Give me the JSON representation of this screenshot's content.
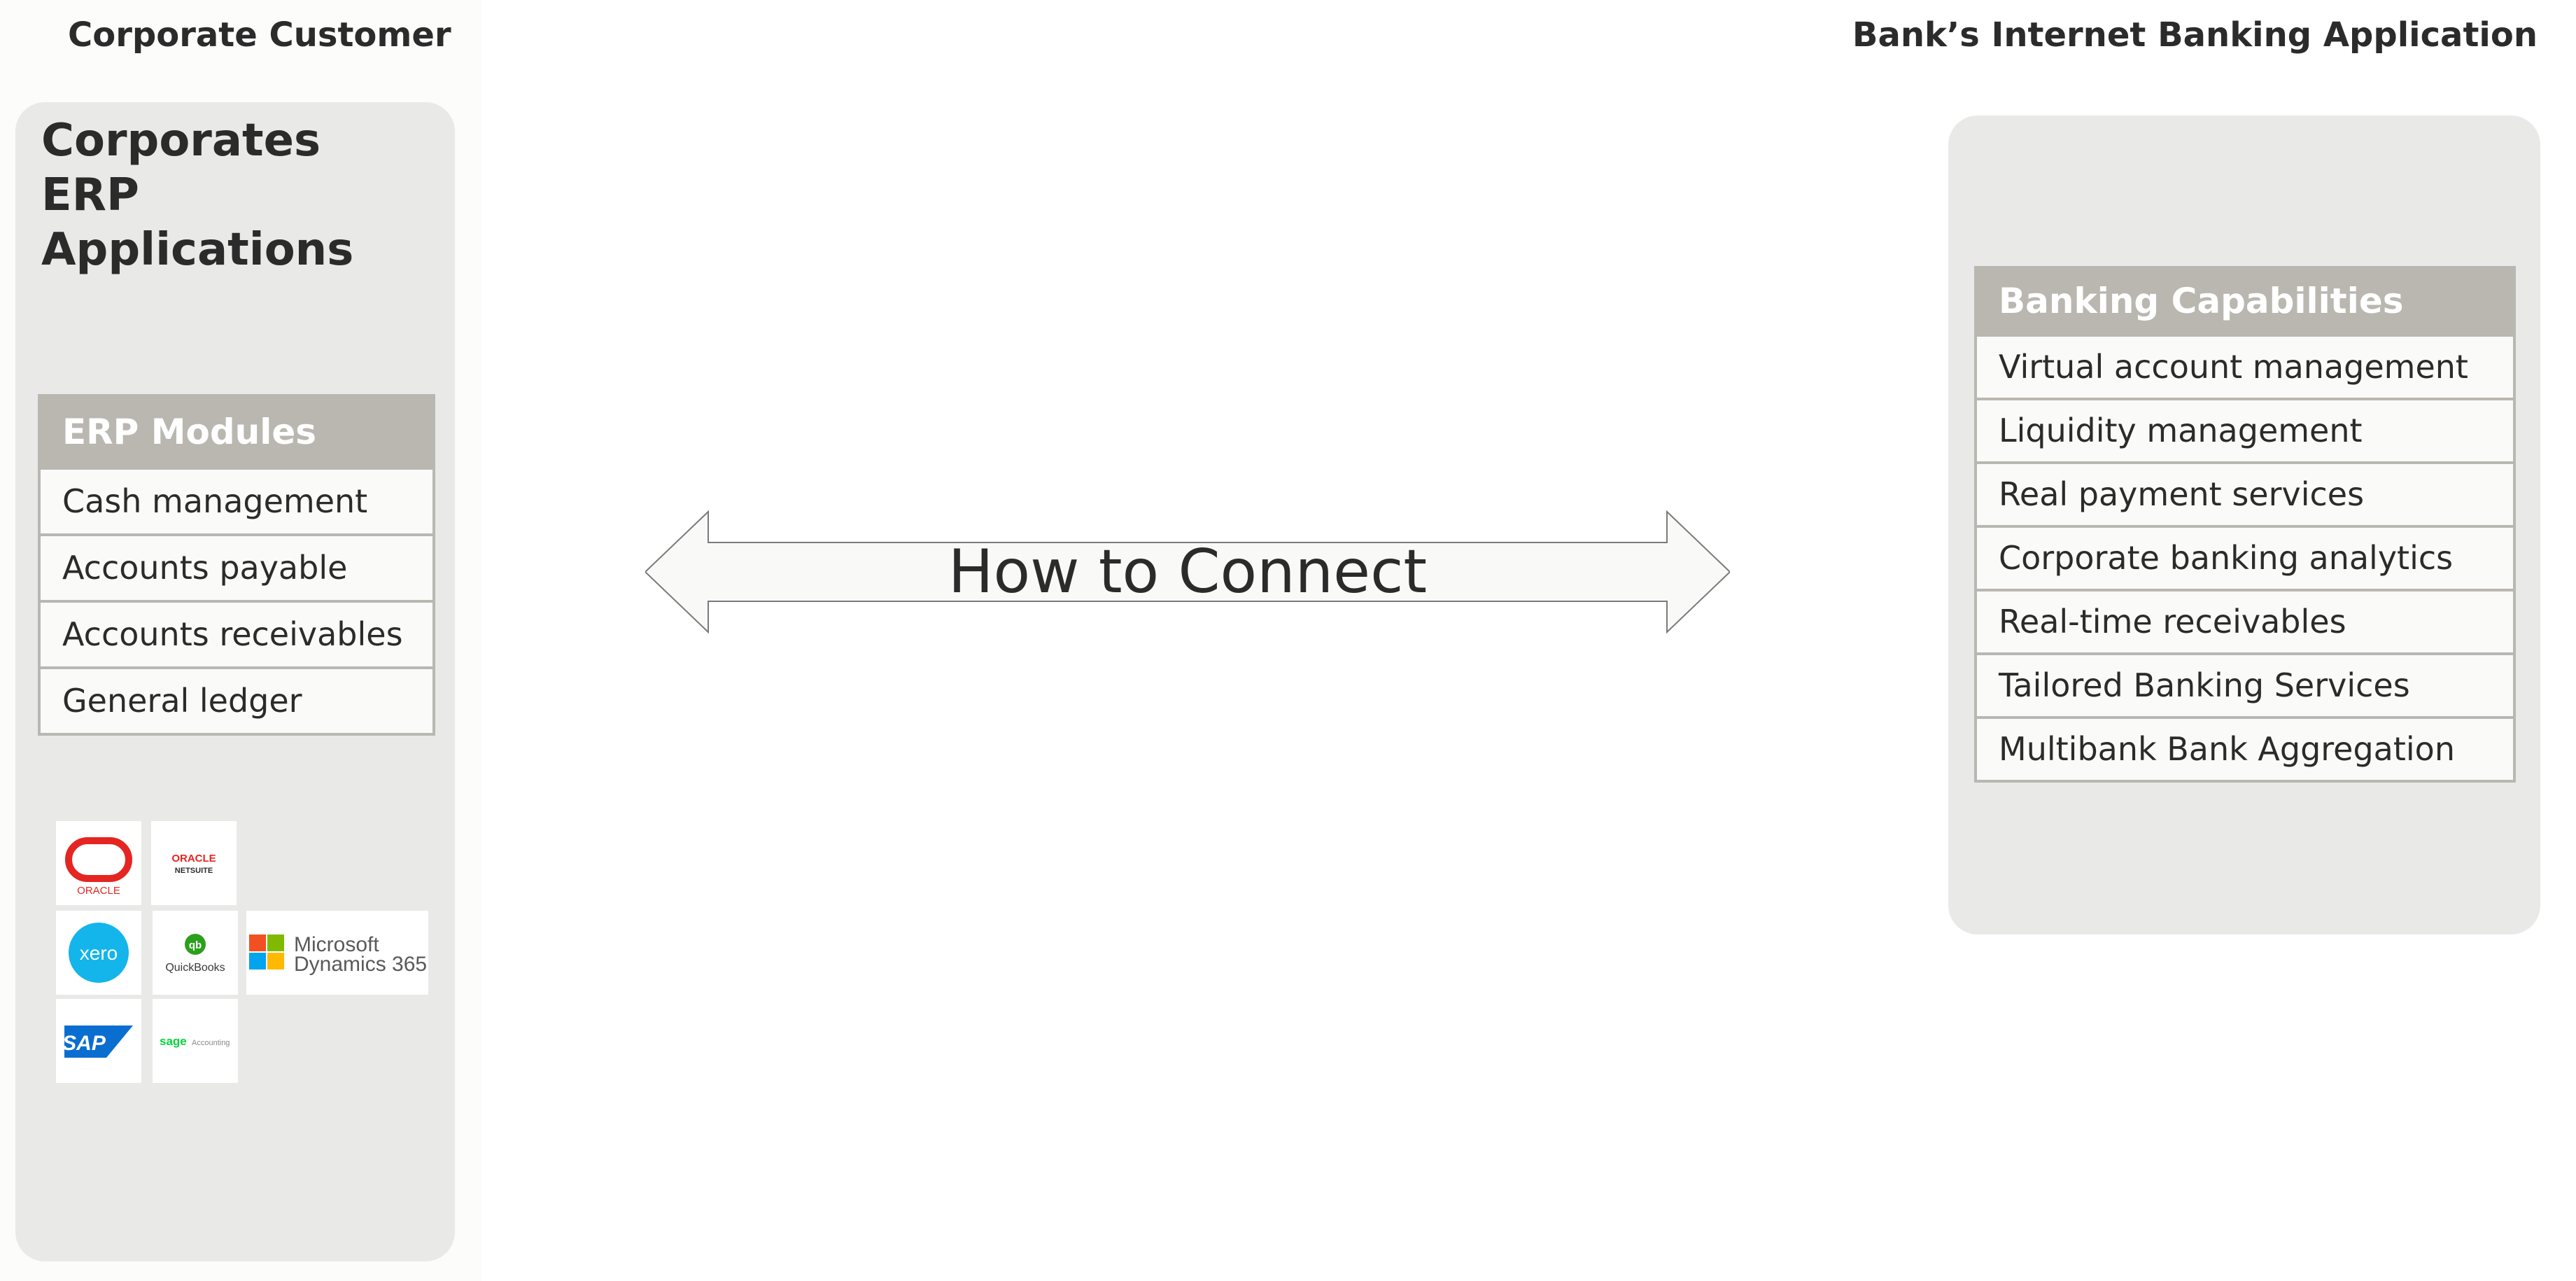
{
  "headings": {
    "left": "Corporate Customer",
    "right": "Bank’s Internet Banking Application"
  },
  "left_panel": {
    "title": "Corporates ERP Applications",
    "table": {
      "header": "ERP Modules",
      "rows": [
        "Cash management",
        "Accounts payable",
        "Accounts receivables",
        "General ledger"
      ]
    },
    "logos": [
      {
        "icon": "oracle-logo",
        "text": "ORACLE"
      },
      {
        "icon": "oracle-netsuite-logo",
        "text": "ORACLE NETSUITE"
      },
      {
        "icon": "xero-logo",
        "text": "xero"
      },
      {
        "icon": "quickbooks-logo",
        "text": "QuickBooks"
      },
      {
        "icon": "microsoft-dynamics-365-logo",
        "text": "Microsoft Dynamics 365"
      },
      {
        "icon": "sap-logo",
        "text": "SAP"
      },
      {
        "icon": "sage-accounting-logo",
        "text": "sage Accounting"
      }
    ]
  },
  "center": {
    "arrow_label": "How to Connect"
  },
  "right_panel": {
    "table": {
      "header": "Banking Capabilities",
      "rows": [
        "Virtual account management",
        "Liquidity management",
        "Real payment services",
        "Corporate banking analytics",
        "Real-time receivables",
        "Tailored Banking Services",
        "Multibank Bank Aggregation"
      ]
    }
  },
  "colors": {
    "panel": "#e9e9e8",
    "table_header": "#bab7b1",
    "oracle_red": "#e52521",
    "xero_blue": "#13b5ea",
    "quickbooks_green": "#2ca01c",
    "sap_blue": "#0a6ed1",
    "sage_green": "#00d639"
  }
}
